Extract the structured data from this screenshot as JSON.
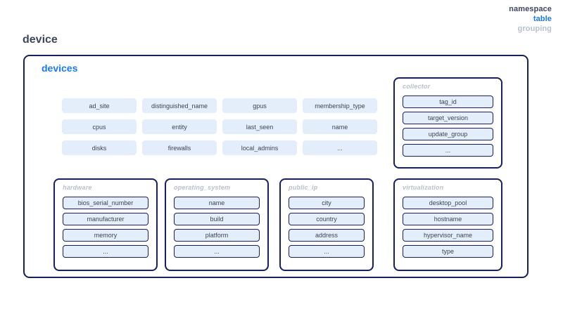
{
  "legend": {
    "items": [
      {
        "label": "namespace",
        "role": "namespace"
      },
      {
        "label": "table",
        "role": "table"
      },
      {
        "label": "grouping",
        "role": "grouping"
      }
    ]
  },
  "namespace": {
    "name": "device"
  },
  "table": {
    "name": "devices",
    "fields": [
      "ad_site",
      "distinguished_name",
      "gpus",
      "membership_type",
      "cpus",
      "entity",
      "last_seen",
      "name",
      "disks",
      "firewalls",
      "local_admins",
      "..."
    ],
    "groupings": [
      {
        "name": "collector",
        "fields": [
          "tag_id",
          "target_version",
          "update_group",
          "..."
        ]
      },
      {
        "name": "hardware",
        "fields": [
          "bios_serial_number",
          "manufacturer",
          "memory",
          "..."
        ]
      },
      {
        "name": "operating_system",
        "fields": [
          "name",
          "build",
          "platform",
          "..."
        ]
      },
      {
        "name": "public_ip",
        "fields": [
          "city",
          "country",
          "address",
          "..."
        ]
      },
      {
        "name": "virtualization",
        "fields": [
          "desktop_pool",
          "hostname",
          "hypervisor_name",
          "type"
        ]
      }
    ]
  },
  "colors": {
    "namespace_text": "#40465c",
    "table_text": "#1a7aef",
    "grouping_text": "#b9c0cf",
    "border": "#17205c",
    "chip_fill": "#e4eefb",
    "chip_text": "#3c4455"
  }
}
